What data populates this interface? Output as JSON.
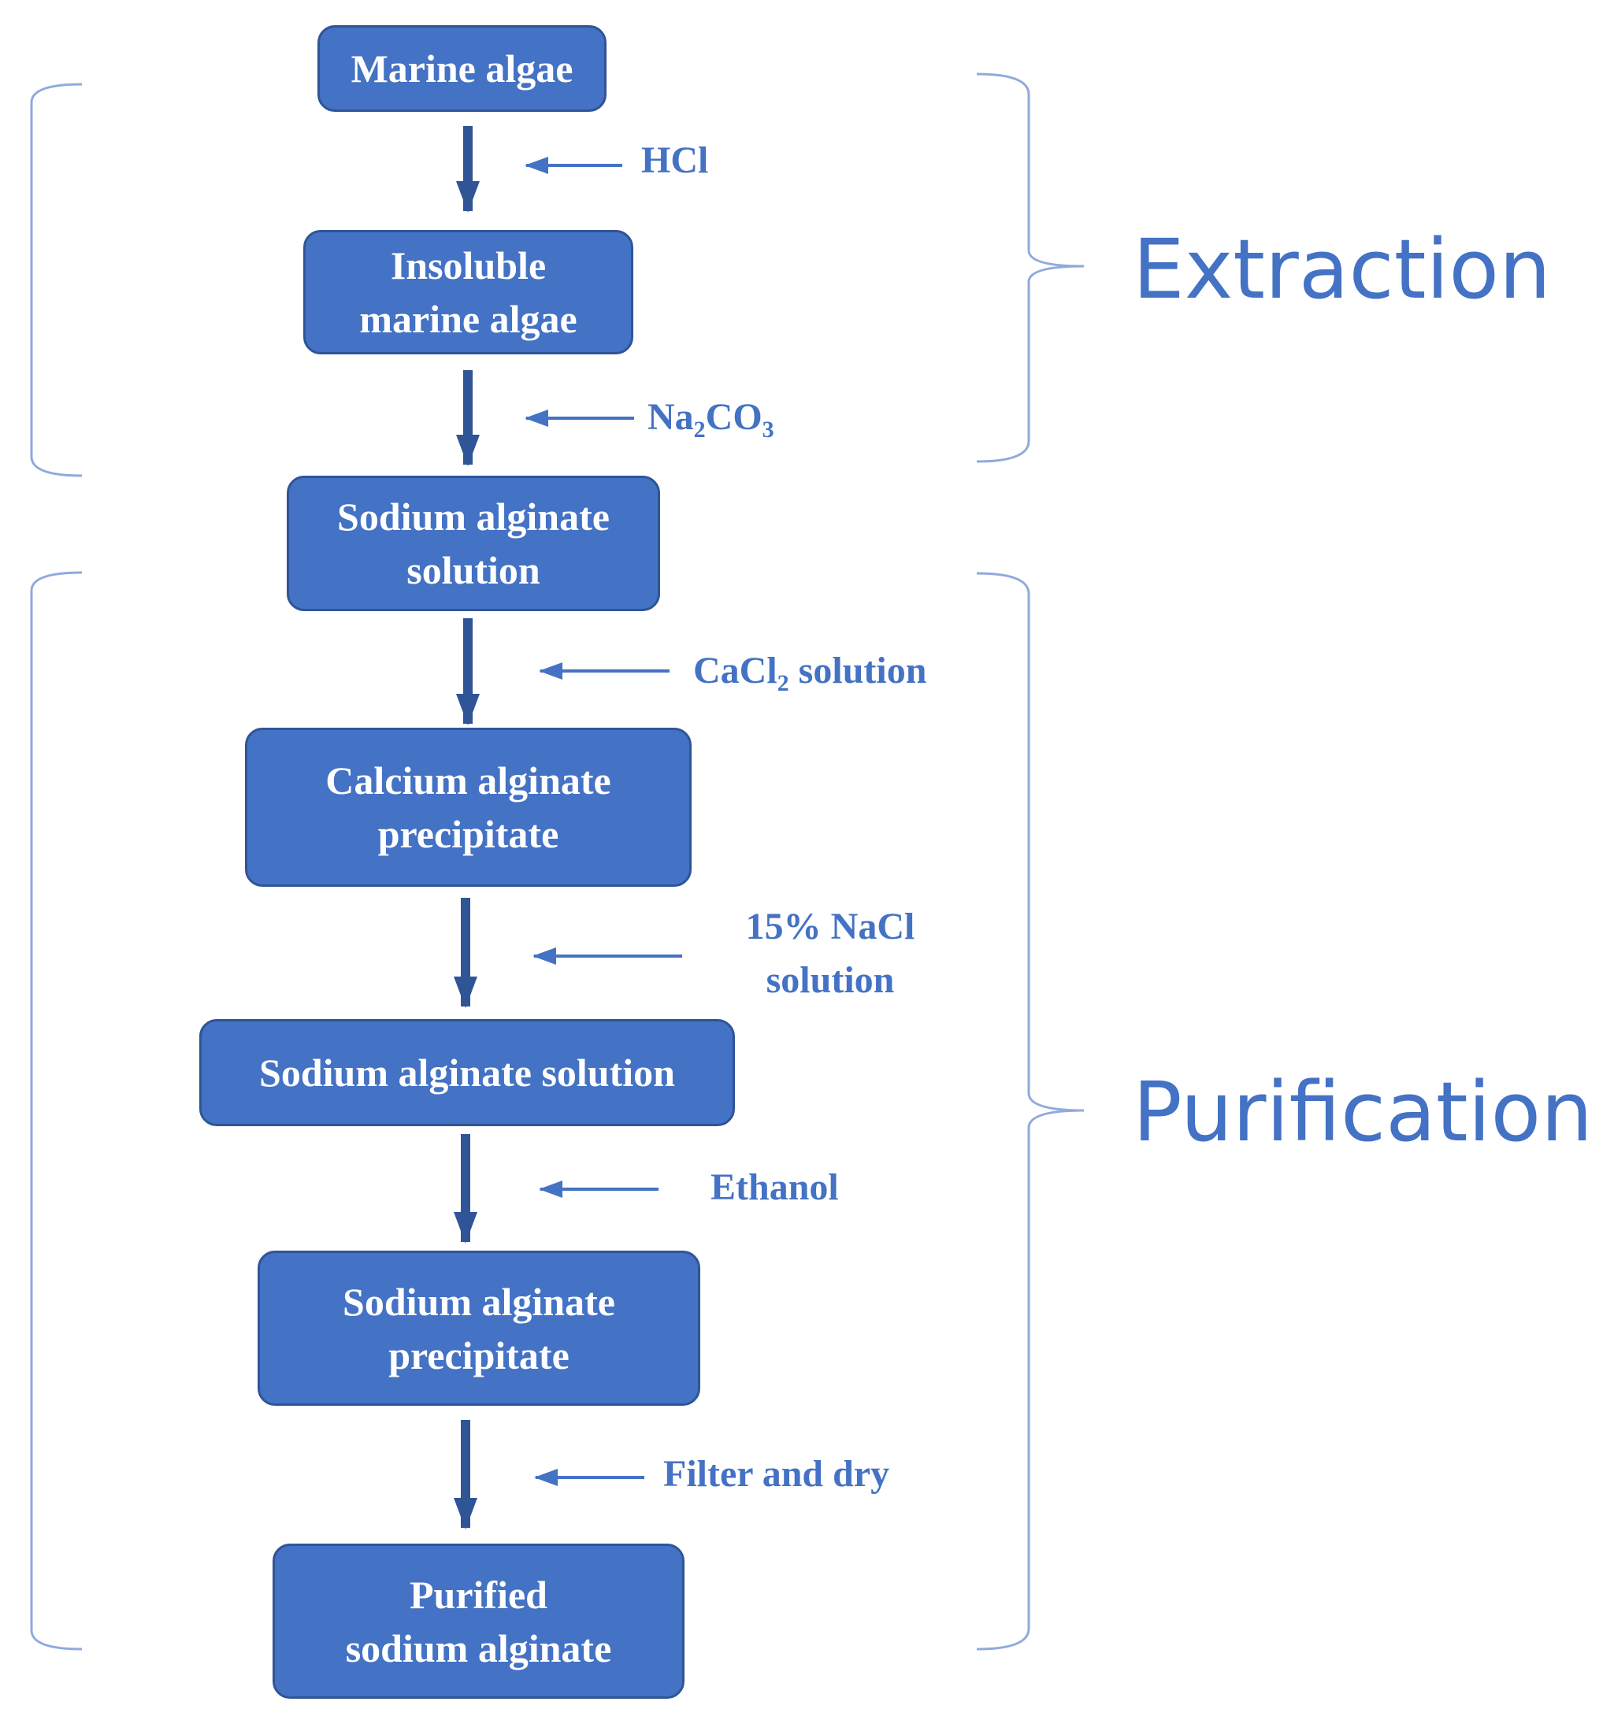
{
  "colors": {
    "box_fill": "#4472c4",
    "box_border": "#2f5597",
    "text_accent": "#4472c4",
    "bracket": "#8faadc"
  },
  "nodes": [
    {
      "lines": [
        "Marine algae"
      ]
    },
    {
      "lines": [
        "Insoluble",
        "marine algae"
      ]
    },
    {
      "lines": [
        "Sodium alginate",
        "solution"
      ]
    },
    {
      "lines": [
        "Calcium alginate",
        "precipitate"
      ]
    },
    {
      "lines": [
        "Sodium alginate solution"
      ]
    },
    {
      "lines": [
        "Sodium alginate",
        "precipitate"
      ]
    },
    {
      "lines": [
        "Purified",
        "sodium alginate"
      ]
    }
  ],
  "reagents": {
    "hcl": "HCl",
    "na2co3": {
      "p1": "Na",
      "s1": "2",
      "p2": "CO",
      "s2": "3"
    },
    "cacl2": {
      "p1": "CaCl",
      "s1": "2",
      "p2": " solution"
    },
    "nacl": {
      "line1": "15% NaCl",
      "line2": "solution"
    },
    "ethanol": "Ethanol",
    "filter": "Filter and dry"
  },
  "phases": {
    "extraction": "Extraction",
    "purification": "Purification"
  }
}
